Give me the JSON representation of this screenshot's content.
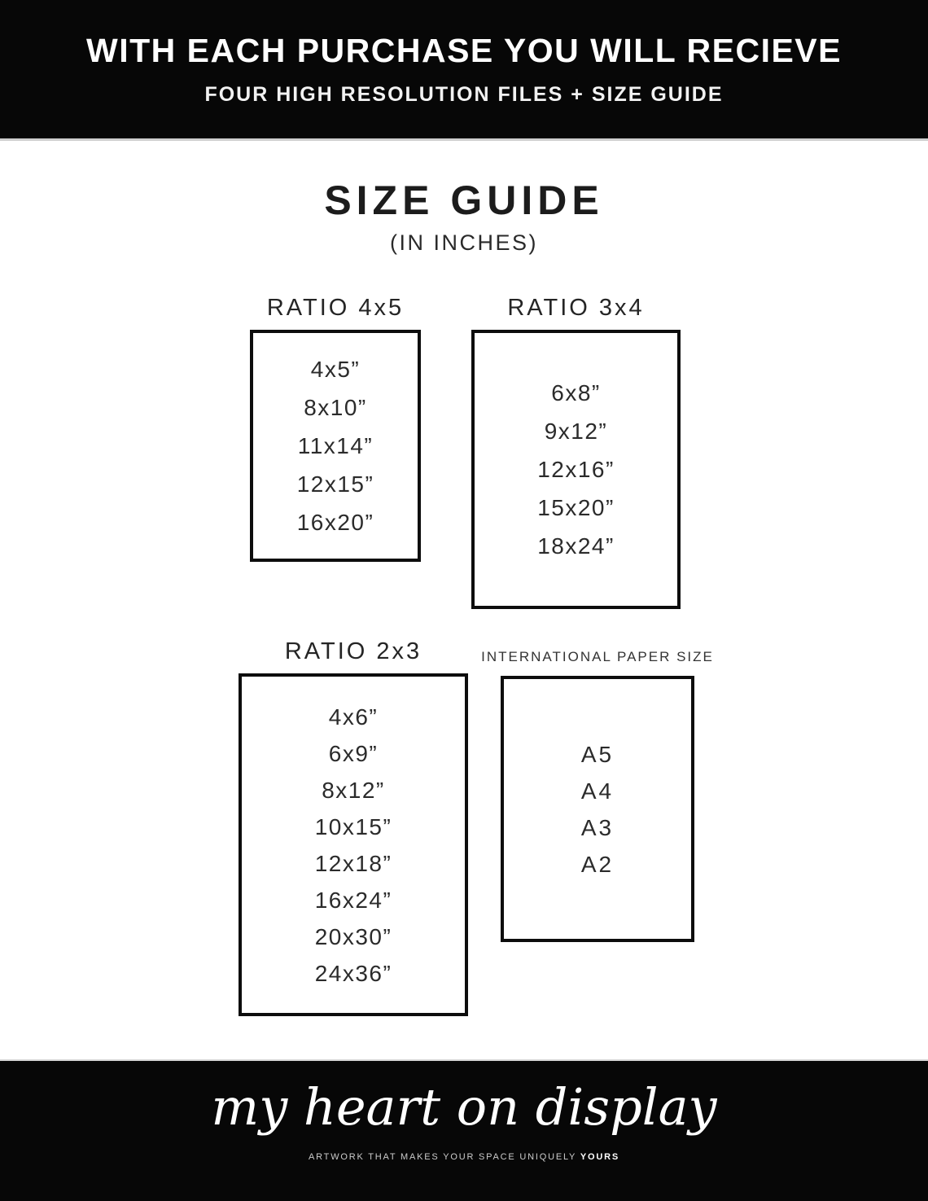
{
  "header": {
    "title": "WITH EACH PURCHASE YOU WILL RECIEVE",
    "subtitle": "FOUR HIGH RESOLUTION FILES + SIZE GUIDE"
  },
  "size_guide": {
    "title": "SIZE GUIDE",
    "subtitle": "(IN INCHES)"
  },
  "panels": [
    {
      "title": "RATIO 4x5",
      "sizes": [
        "4x5”",
        "8x10”",
        "11x14”",
        "12x15”",
        "16x20”"
      ]
    },
    {
      "title": "RATIO 3x4",
      "sizes": [
        "6x8”",
        "9x12”",
        "12x16”",
        "15x20”",
        "18x24”"
      ]
    },
    {
      "title": "RATIO 2x3",
      "sizes": [
        "4x6”",
        "6x9”",
        "8x12”",
        "10x15”",
        "12x18”",
        "16x24”",
        "20x30”",
        "24x36”"
      ]
    },
    {
      "title": "INTERNATIONAL PAPER SIZE",
      "sizes": [
        "A5",
        "A4",
        "A3",
        "A2"
      ]
    }
  ],
  "footer": {
    "brand": "my heart on display",
    "tagline": "ARTWORK THAT MAKES YOUR SPACE UNIQUELY",
    "tagline_bold": "YOURS"
  },
  "colors": {
    "banner_black": "#070707",
    "box_border": "#0d0d0d",
    "body_text": "#2b2b2b",
    "tagline_gray": "#cccccc"
  }
}
